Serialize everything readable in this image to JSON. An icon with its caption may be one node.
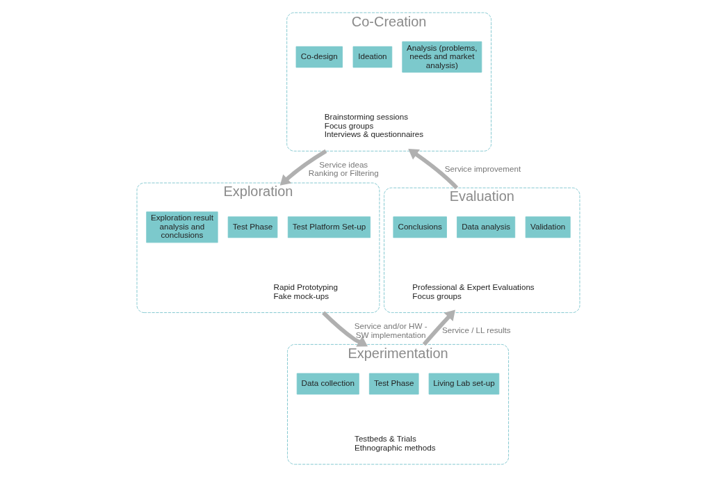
{
  "diagram": {
    "nodes": [
      {
        "text": [
          "Co-Creation",
          "Brainstorming sessions",
          "Focus groups",
          "Interviews & questionnaires"
        ]
      },
      {
        "text": [
          "Analysis (problems, needs and market analysis)"
        ],
        "in": 0
      },
      {
        "text": [
          "Ideation"
        ],
        "in": 0
      },
      {
        "text": [
          "Co-design"
        ],
        "in": 0
      },
      {
        "text": [
          "Exploration",
          "Rapid Prototyping",
          "Fake mock-ups"
        ]
      },
      {
        "text": [
          "Test Platform Set-up"
        ],
        "in": 4
      },
      {
        "text": [
          "Test Phase"
        ],
        "in": 4
      },
      {
        "text": [
          "Exploration result analysis and conclusions"
        ],
        "in": 4
      },
      {
        "text": [
          "Experimentation",
          "Testbeds & Trials",
          "Ethnographic methods"
        ]
      },
      {
        "text": [
          "Living Lab set-up"
        ],
        "in": 8
      },
      {
        "text": [
          "Test Phase"
        ],
        "in": 8
      },
      {
        "text": [
          "Data collection"
        ],
        "in": 8
      },
      {
        "text": [
          "Evaluation",
          "Professional & Expert Evaluations",
          "Focus groups"
        ]
      },
      {
        "text": [
          "Validation"
        ],
        "in": 12
      },
      {
        "text": [
          "Data analysis"
        ],
        "in": 12
      },
      {
        "text": [
          "Conclusions"
        ],
        "in": 12
      }
    ],
    "edges": [
      {
        "from": 0,
        "to": 4,
        "arrow": "to",
        "label": "Service ideas Ranking or Filtering"
      },
      {
        "from": 4,
        "to": 8,
        "arrow": "to",
        "label": "Service and/or HW - SW implementation"
      },
      {
        "from": 8,
        "to": 12,
        "arrow": "to",
        "label": "Service / LL results"
      },
      {
        "from": 12,
        "to": 0,
        "arrow": "to",
        "label": "Service improvement"
      }
    ]
  }
}
